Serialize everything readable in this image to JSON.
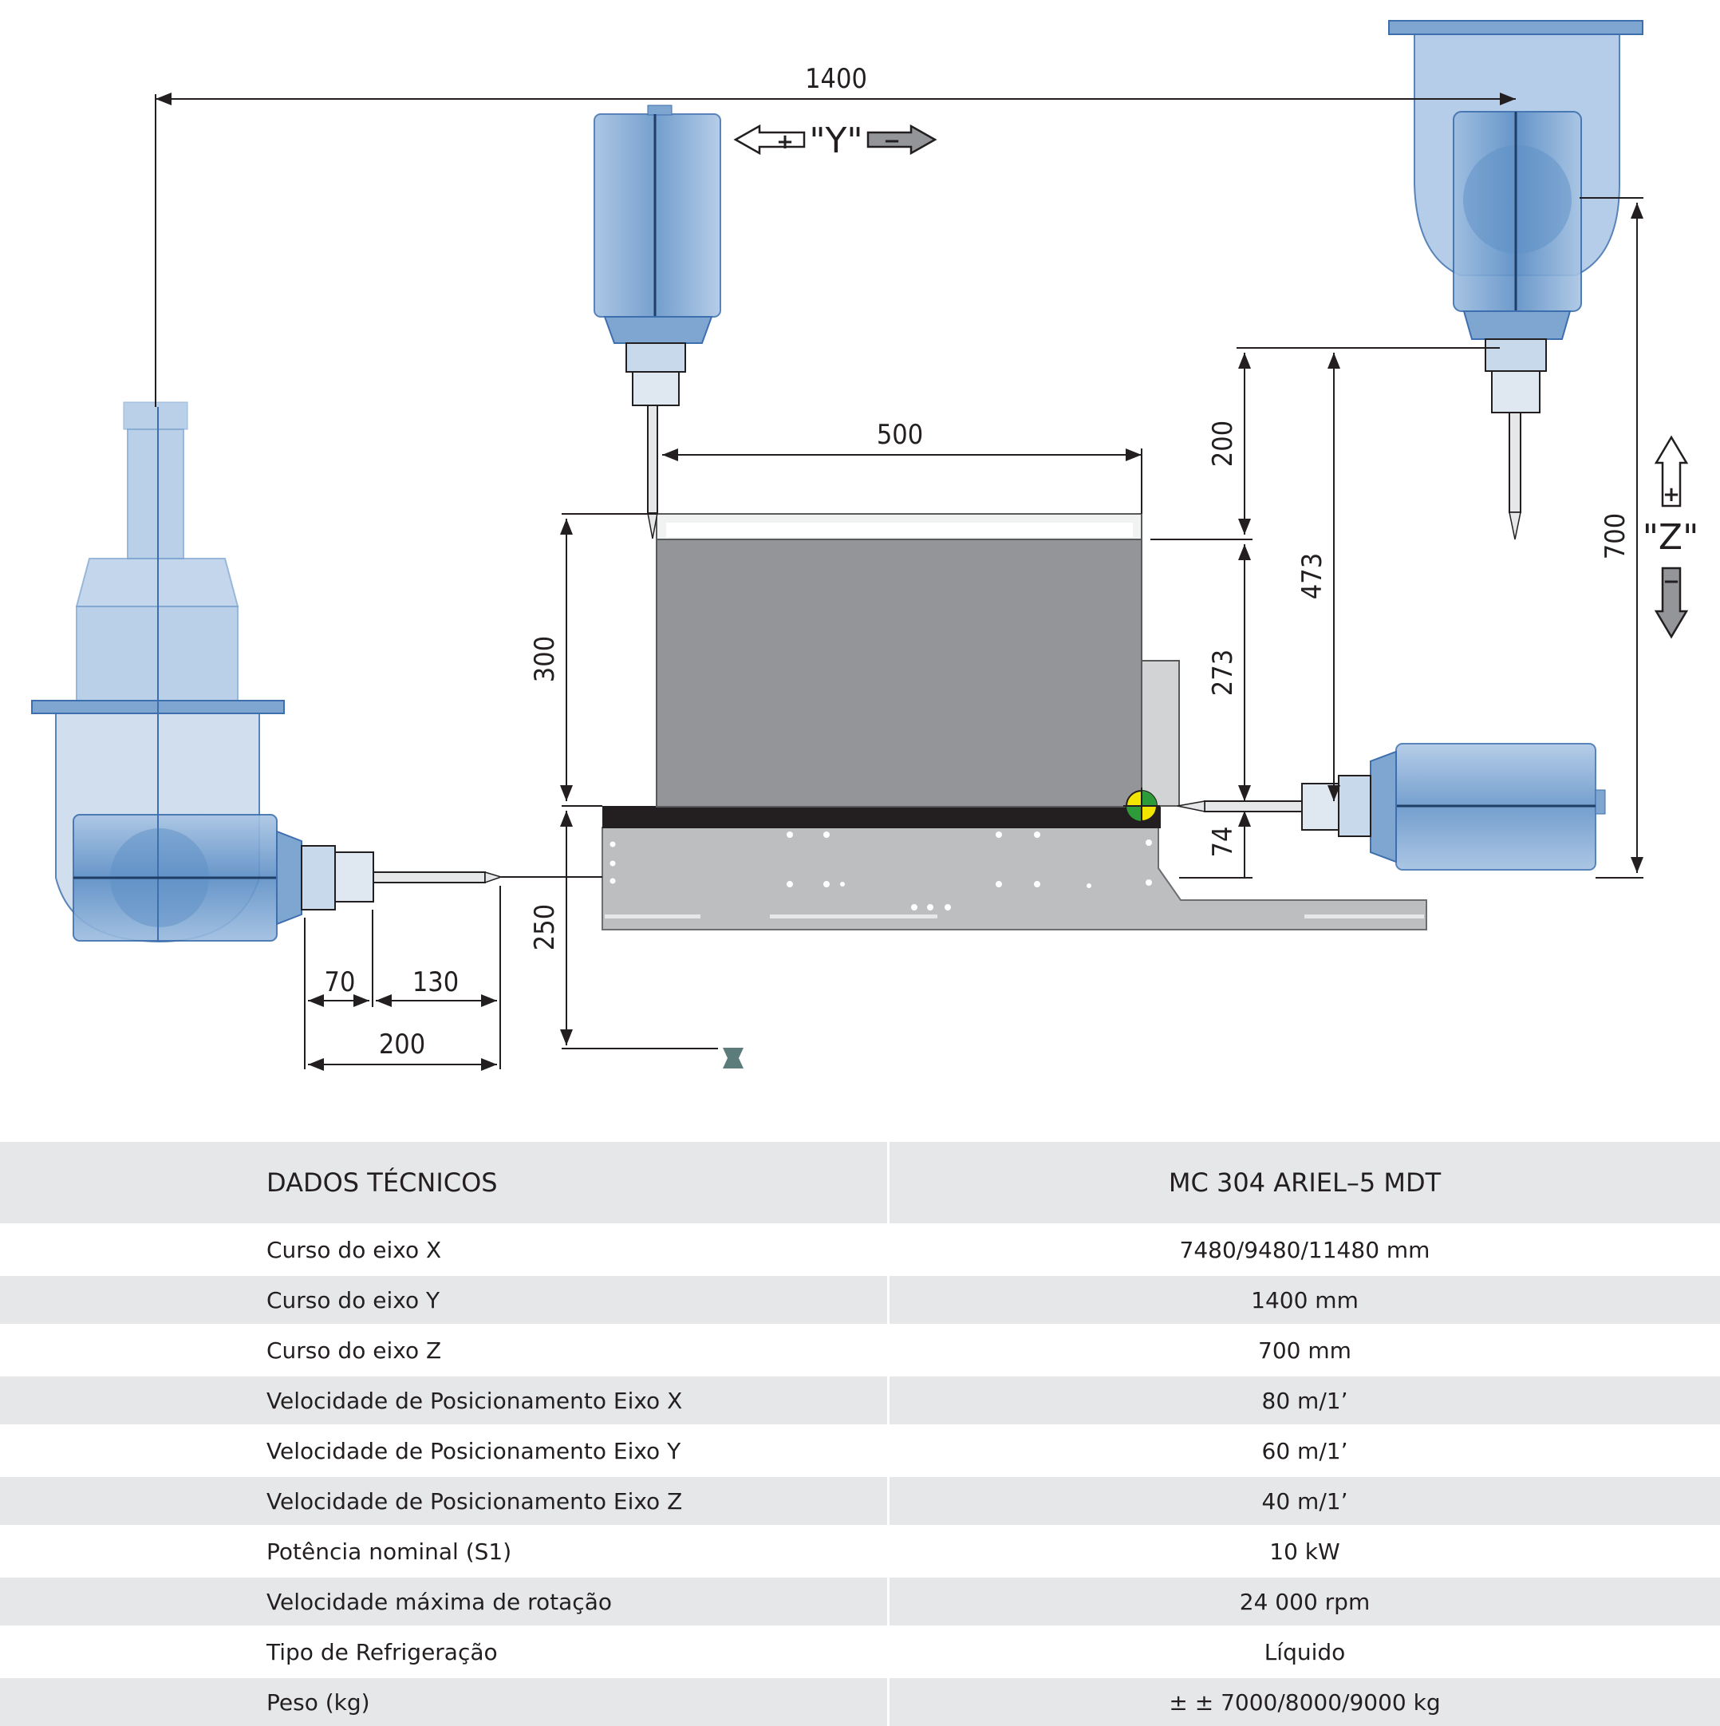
{
  "drawing": {
    "dimensions": {
      "y_travel": "1400",
      "table_width": "500",
      "height_300": "300",
      "height_250": "250",
      "offset_70": "70",
      "offset_130": "130",
      "offset_200_horizontal": "200",
      "z_200": "200",
      "z_473": "473",
      "z_273": "273",
      "z_74": "74",
      "z_travel": "700"
    },
    "axis_y_label": "\"Y\"",
    "axis_z_label": "\"Z\"",
    "plus_sign": "+",
    "minus_sign": "−",
    "colors": {
      "spindle_blue": "#7fa6d1",
      "spindle_dark": "#3d6fae",
      "table_gray": "#939598",
      "base_gray": "#bcbec0",
      "rail_black": "#231f20",
      "reference_yellow": "#f2e500",
      "reference_green": "#2e9b3a"
    }
  },
  "specs": {
    "header": {
      "label": "DADOS TÉCNICOS",
      "model": "MC 304 ARIEL–5 MDT"
    },
    "rows": [
      {
        "label": "Curso do eixo X",
        "value": "7480/9480/11480 mm"
      },
      {
        "label": "Curso do eixo Y",
        "value": "1400 mm"
      },
      {
        "label": "Curso do eixo Z",
        "value": "700 mm"
      },
      {
        "label": "Velocidade de Posicionamento Eixo X",
        "value": "80 m/1’"
      },
      {
        "label": "Velocidade de Posicionamento Eixo Y",
        "value": "60 m/1’"
      },
      {
        "label": "Velocidade de Posicionamento Eixo Z",
        "value": "40 m/1’"
      },
      {
        "label": "Potência nominal (S1)",
        "value": "10 kW"
      },
      {
        "label": "Velocidade máxima de rotação",
        "value": "24 000 rpm"
      },
      {
        "label": "Tipo de Refrigeração",
        "value": "Líquido"
      },
      {
        "label": "Peso (kg)",
        "value": "± ± 7000/8000/9000 kg"
      }
    ]
  }
}
